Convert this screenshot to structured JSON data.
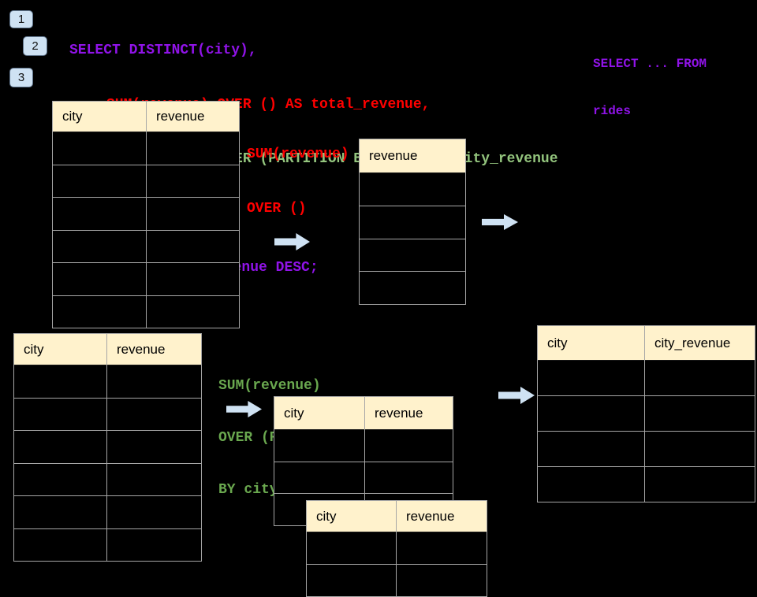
{
  "slide": {
    "background": "#000000"
  },
  "badges": [
    {
      "label": "1"
    },
    {
      "label": "2"
    },
    {
      "label": "3"
    }
  ],
  "sql_code": {
    "lines": [
      {
        "text": "SELECT DISTINCT(city),",
        "color": "purple"
      },
      {
        "text": "SUM(revenue) OVER () AS total_revenue,",
        "color": "red"
      },
      {
        "text": "SUM(revenue) OVER (PARTITION BY city) as city_revenue",
        "color": "green"
      },
      {
        "text": "FROM rides",
        "color": "purple"
      },
      {
        "text": "ORDER by city_revenue DESC;",
        "color": "purple"
      }
    ]
  },
  "side_note": {
    "line1": "SELECT ... FROM",
    "line2": "rides"
  },
  "labels": {
    "total_revenue_label": {
      "line1": "SUM(revenue)",
      "line2": "OVER ()"
    },
    "partition_label": {
      "line1": "SUM(revenue)",
      "line2": "OVER (PARTITION",
      "line3": "BY city)"
    }
  },
  "tables": {
    "source_top": {
      "headers": [
        "city",
        "revenue"
      ],
      "body_rows": 6
    },
    "total_result": {
      "headers": [
        "revenue"
      ],
      "body_rows": 4
    },
    "source_bottom": {
      "headers": [
        "city",
        "revenue"
      ],
      "body_rows": 6
    },
    "partition_step": {
      "headers": [
        "city",
        "revenue"
      ],
      "body_rows": 3
    },
    "partition_overlay": {
      "headers": [
        "city",
        "revenue"
      ],
      "body_rows": 2
    },
    "city_revenue_result": {
      "headers": [
        "city",
        "city_revenue"
      ],
      "body_rows": 4
    }
  },
  "icons": {
    "flow_arrow": "arrow-right-icon"
  },
  "colors": {
    "background": "#000000",
    "sql_purple": "#9013E8",
    "sql_red": "#FF0000",
    "sql_green": "#93C47D",
    "label_green": "#6AA84F",
    "table_header_bg": "#FFF2CC",
    "table_border": "#A6A6A6",
    "arrow_blue": "#CFE2F3",
    "badge_bg": "#CFE2F3"
  }
}
